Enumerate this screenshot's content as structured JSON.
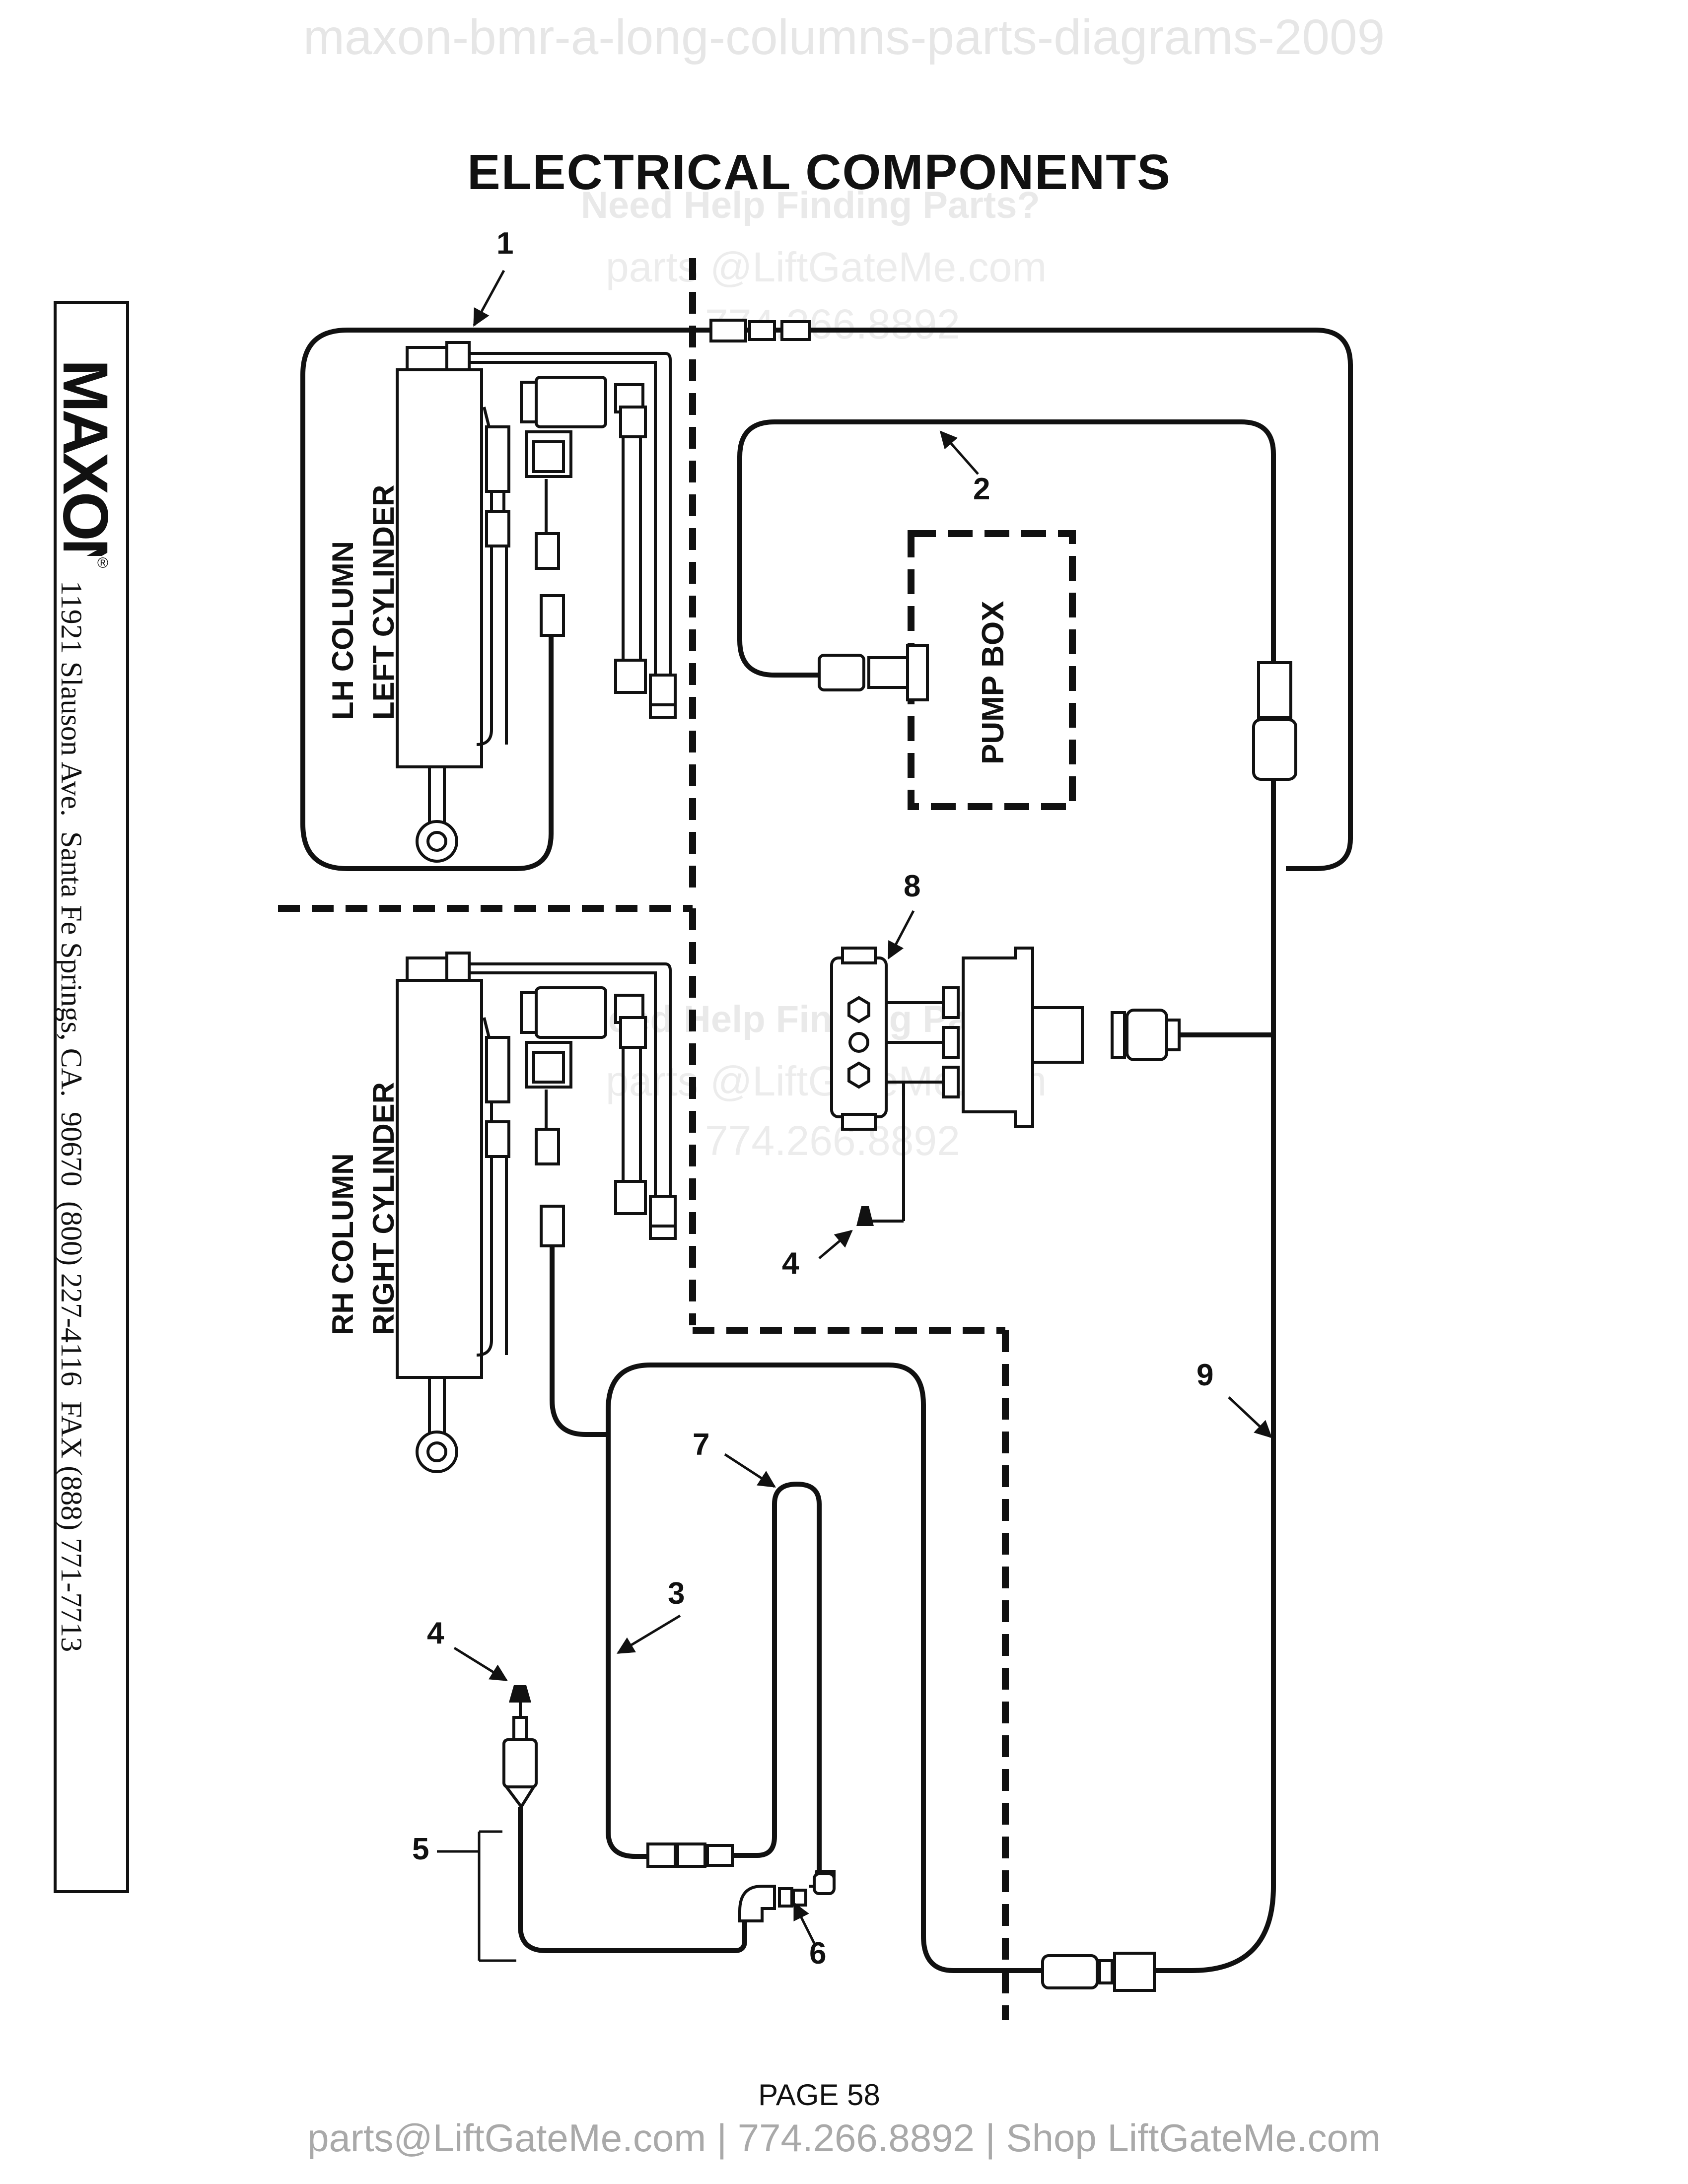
{
  "watermark_top": "maxon-bmr-a-long-columns-parts-diagrams-2009",
  "title": "ELECTRICAL COMPONENTS",
  "watermark": {
    "help": "Need Help Finding Parts?",
    "email": "parts @LiftGateMe.com",
    "phone": "774.266.8892"
  },
  "sidebar": {
    "logo_text": "MAXON",
    "registered": "®",
    "address": "11921 Slauson Ave.  Santa Fe Springs, CA.  90670  (800) 227-4116  FAX (888) 771-7713"
  },
  "labels": {
    "lh_column": [
      "LH COLUMN",
      "LEFT CYLINDER"
    ],
    "rh_column": [
      "RH COLUMN",
      "RIGHT CYLINDER"
    ],
    "pump_box": "PUMP BOX"
  },
  "callouts": [
    {
      "id": "c1",
      "text": "1"
    },
    {
      "id": "c2",
      "text": "2"
    },
    {
      "id": "c3",
      "text": "3"
    },
    {
      "id": "c4a",
      "text": "4"
    },
    {
      "id": "c4b",
      "text": "4"
    },
    {
      "id": "c5",
      "text": "5"
    },
    {
      "id": "c6",
      "text": "6"
    },
    {
      "id": "c7",
      "text": "7"
    },
    {
      "id": "c8",
      "text": "8"
    },
    {
      "id": "c9",
      "text": "9"
    }
  ],
  "page_number": "PAGE 58",
  "footer": "parts@LiftGateMe.com | 774.266.8892 | Shop LiftGateMe.com"
}
